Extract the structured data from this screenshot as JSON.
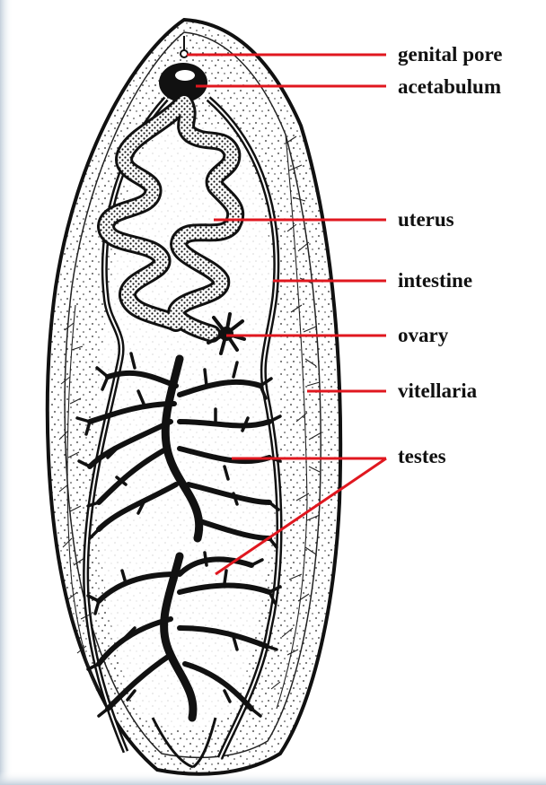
{
  "labels": {
    "genital_pore": "genital pore",
    "acetabulum": "acetabulum",
    "uterus": "uterus",
    "intestine": "intestine",
    "ovary": "ovary",
    "vitellaria": "vitellaria",
    "testes": "testes"
  },
  "colors": {
    "leader_line": "#e0171f",
    "ink": "#111111",
    "frame_edge": "#9fb0c4",
    "background": "#ffffff"
  }
}
